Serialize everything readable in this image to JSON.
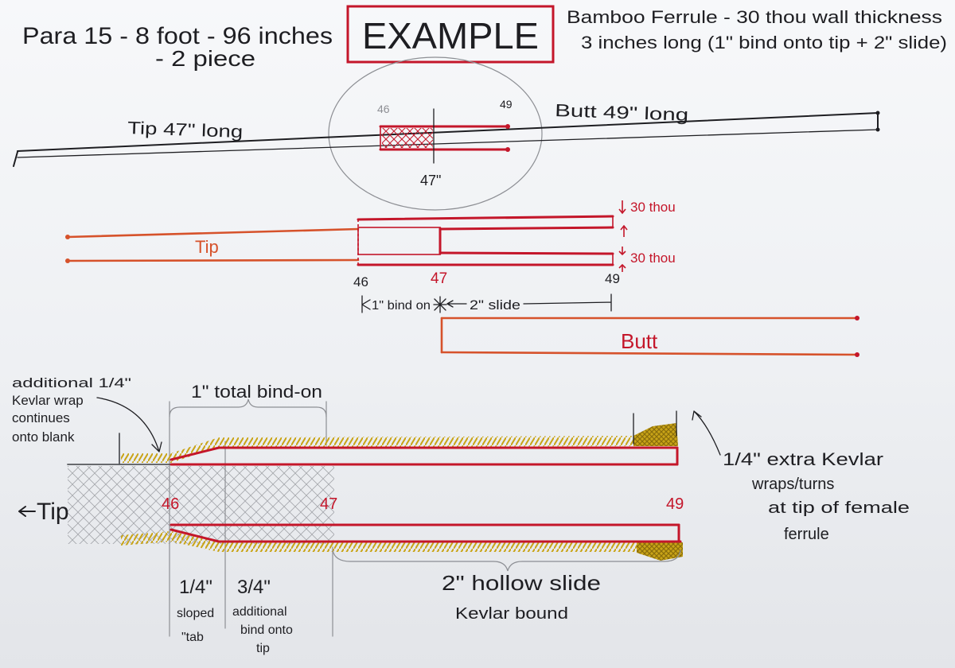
{
  "header": {
    "title_line1": "Para 15 - 8 foot - 96 inches",
    "title_line2": "- 2 piece",
    "stamp": "EXAMPLE",
    "spec_line1": "Bamboo Ferrule - 30 thou wall thickness",
    "spec_line2": "3 inches long (1\" bind onto tip + 2\" slide)"
  },
  "rod_overview": {
    "tip_label": "Tip 47\" long",
    "butt_label": "Butt 49\" long",
    "mark_46": "46",
    "mark_49": "49",
    "mark_47": "47\""
  },
  "ferrule_section": {
    "tip_label": "Tip",
    "butt_label": "Butt",
    "wall_top": "30 thou",
    "wall_bottom": "30 thou",
    "mark_46": "46",
    "mark_47": "47",
    "mark_49": "49",
    "bind_on_label": "1\" bind on",
    "slide_label": "2\" slide"
  },
  "detail": {
    "tip_label": "Tip",
    "kevlar_note": [
      "additional 1/4\"",
      "Kevlar wrap",
      "continues",
      "onto blank"
    ],
    "bind_on_total": "1\" total bind-on",
    "mark_46": "46",
    "mark_47": "47",
    "mark_49": "49",
    "extra_kevlar_note": [
      "1/4\" extra Kevlar",
      "wraps/turns",
      "at tip of female",
      "ferrule"
    ],
    "sloped_tab": {
      "measure": "1/4\"",
      "lines": [
        "sloped",
        "\"tab"
      ]
    },
    "additional_bind": {
      "measure": "3/4\"",
      "lines": [
        "additional",
        "bind onto",
        "tip"
      ]
    },
    "hollow_slide": "2\" hollow slide",
    "hollow_slide_sub": "Kevlar bound"
  },
  "colors": {
    "paper": "#eef0f3",
    "ink": "#1e1e22",
    "red": "#c4162a",
    "orange": "#d6522b",
    "kevlar": "#c9a417",
    "pencil": "#8d8f94"
  }
}
